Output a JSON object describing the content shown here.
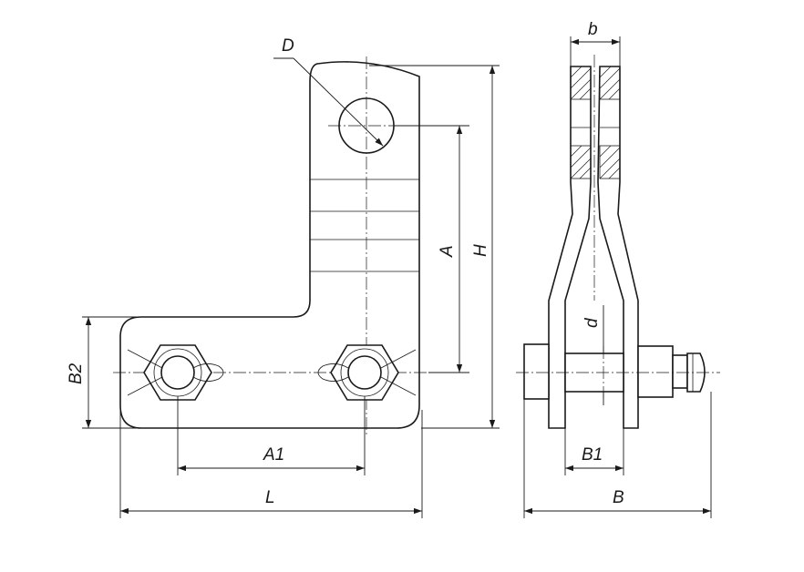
{
  "labels": {
    "D": "D",
    "A": "A",
    "H": "H",
    "B2": "B2",
    "A1": "A1",
    "L": "L",
    "b": "b",
    "d": "d",
    "B1": "B1",
    "B": "B"
  }
}
